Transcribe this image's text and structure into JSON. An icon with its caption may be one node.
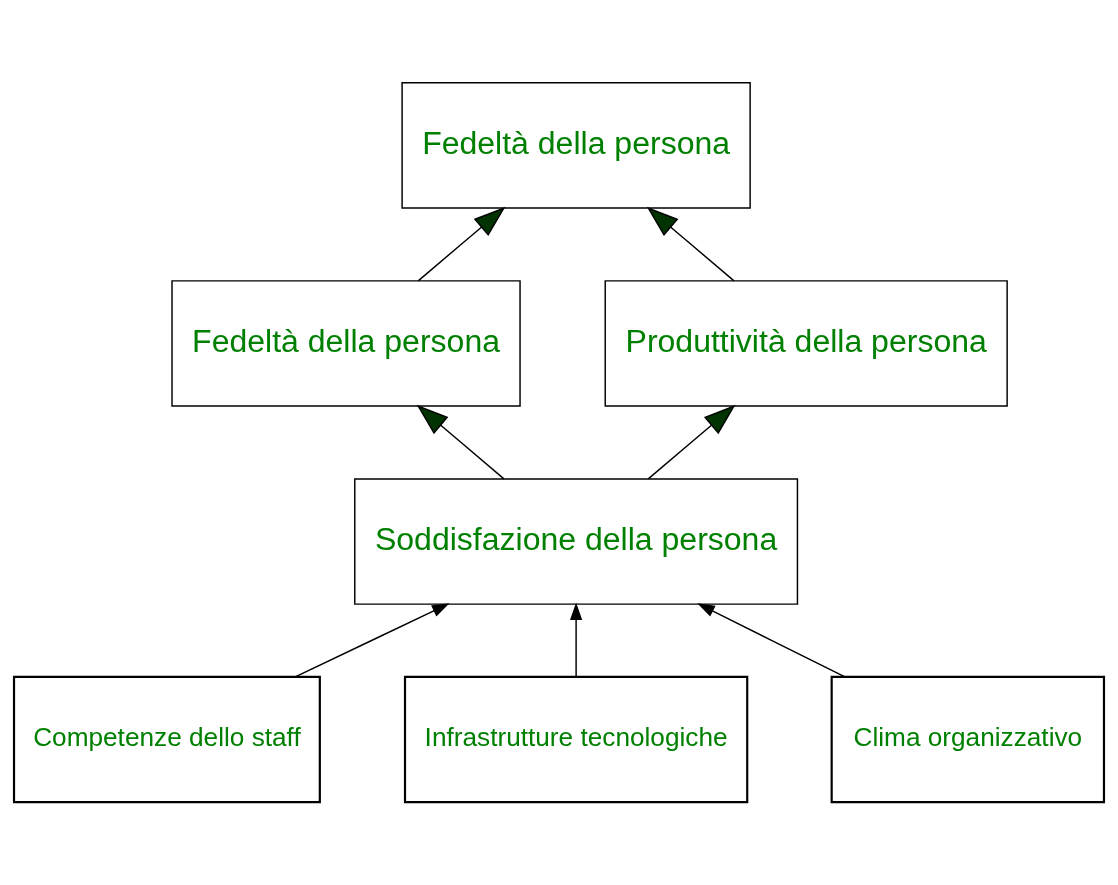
{
  "diagram": {
    "nodes": [
      {
        "text": [
          "Fedeltà della persona"
        ]
      },
      {
        "text": [
          "Fedeltà della persona"
        ]
      },
      {
        "text": [
          "Produttività della persona"
        ]
      },
      {
        "text": [
          "Soddisfazione della persona"
        ]
      },
      {
        "text": [
          "Competenze dello staff"
        ]
      },
      {
        "text": [
          "Infrastrutture tecnologiche"
        ]
      },
      {
        "text": [
          "Clima organizzativo"
        ]
      }
    ],
    "edges": [
      {
        "from": 3,
        "to": 1,
        "arrow": "to"
      },
      {
        "from": 3,
        "to": 2,
        "arrow": "to"
      },
      {
        "from": 1,
        "to": 0,
        "arrow": "to"
      },
      {
        "from": 2,
        "to": 0,
        "arrow": "to"
      },
      {
        "from": 4,
        "to": 3,
        "arrow": "to"
      },
      {
        "from": 5,
        "to": 3,
        "arrow": "to"
      },
      {
        "from": 6,
        "to": 3,
        "arrow": "to"
      }
    ]
  }
}
